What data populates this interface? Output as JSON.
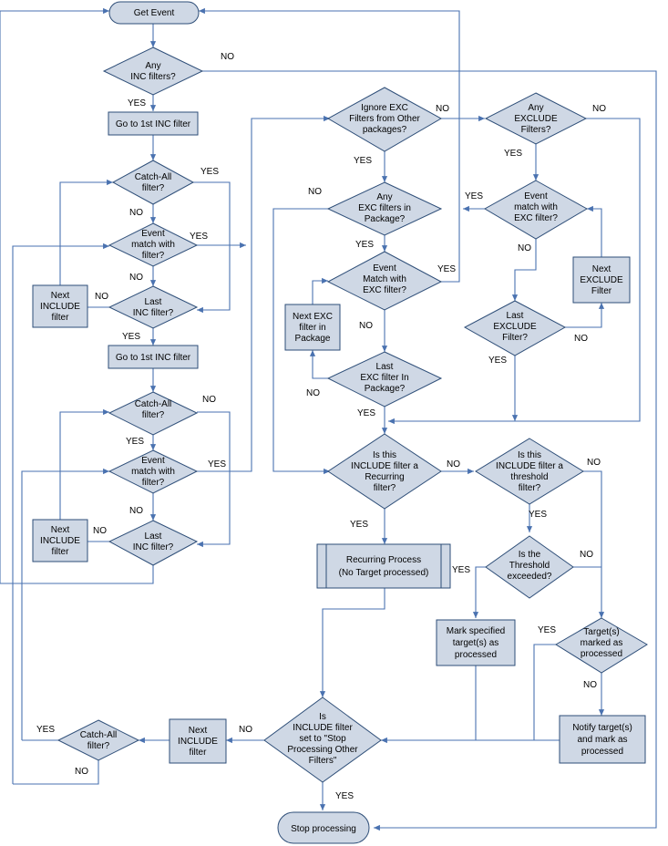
{
  "nodes": {
    "get_event": "Get Event",
    "any_inc": [
      "Any",
      "INC filters?"
    ],
    "goto_first_1": "Go to 1st INC filter",
    "catch_all_1": [
      "Catch-All",
      "filter?"
    ],
    "event_match_1": [
      "Event",
      "match with",
      "filter?"
    ],
    "last_inc_1": [
      "Last",
      "INC filter?"
    ],
    "next_include_1": [
      "Next",
      "INCLUDE",
      "filter"
    ],
    "goto_first_2": "Go to 1st INC filter",
    "catch_all_2": [
      "Catch-All",
      "filter?"
    ],
    "event_match_2": [
      "Event",
      "match with",
      "filter?"
    ],
    "last_inc_2": [
      "Last",
      "INC filter?"
    ],
    "next_include_2": [
      "Next",
      "INCLUDE",
      "filter"
    ],
    "ignore_exc": [
      "Ignore EXC",
      "Filters from Other",
      "packages?"
    ],
    "any_exc_pkg": [
      "Any",
      "EXC filters in",
      "Package?"
    ],
    "event_match_exc": [
      "Event",
      "Match with",
      "EXC filter?"
    ],
    "next_exc_pkg": [
      "Next EXC",
      "filter in",
      "Package"
    ],
    "last_exc_pkg": [
      "Last",
      "EXC filter In",
      "Package?"
    ],
    "any_exclude": [
      "Any",
      "EXCLUDE",
      "Filters?"
    ],
    "event_match_exc2": [
      "Event",
      "match with",
      "EXC filter?"
    ],
    "last_exclude": [
      "Last",
      "EXCLUDE",
      "Filter?"
    ],
    "next_exclude": [
      "Next",
      "EXCLUDE",
      "Filter"
    ],
    "is_recurring": [
      "Is this",
      "INCLUDE filter a",
      "Recurring",
      "filter?"
    ],
    "is_threshold": [
      "Is this",
      "INCLUDE filter a",
      "threshold",
      "filter?"
    ],
    "recurring_process": [
      "Recurring Process",
      "(No Target processed)"
    ],
    "threshold_exceeded": [
      "Is the",
      "Threshold",
      "exceeded?"
    ],
    "mark_targets": [
      "Mark specified",
      "target(s) as",
      "processed"
    ],
    "targets_marked": [
      "Target(s)",
      "marked as",
      "processed"
    ],
    "notify_targets": [
      "Notify target(s)",
      "and mark as",
      "processed"
    ],
    "stop_other": [
      "Is",
      "INCLUDE filter",
      "set to \"Stop",
      "Processing Other",
      "Filters\""
    ],
    "next_include_3": [
      "Next",
      "INCLUDE",
      "filter"
    ],
    "catch_all_3": [
      "Catch-All",
      "filter?"
    ],
    "stop_processing": "Stop processing"
  },
  "edge_labels": {
    "yes": "YES",
    "no": "NO"
  },
  "colors": {
    "node_fill": "#cfd8e5",
    "node_stroke": "#2e4e78",
    "edge": "#4a72b0"
  }
}
